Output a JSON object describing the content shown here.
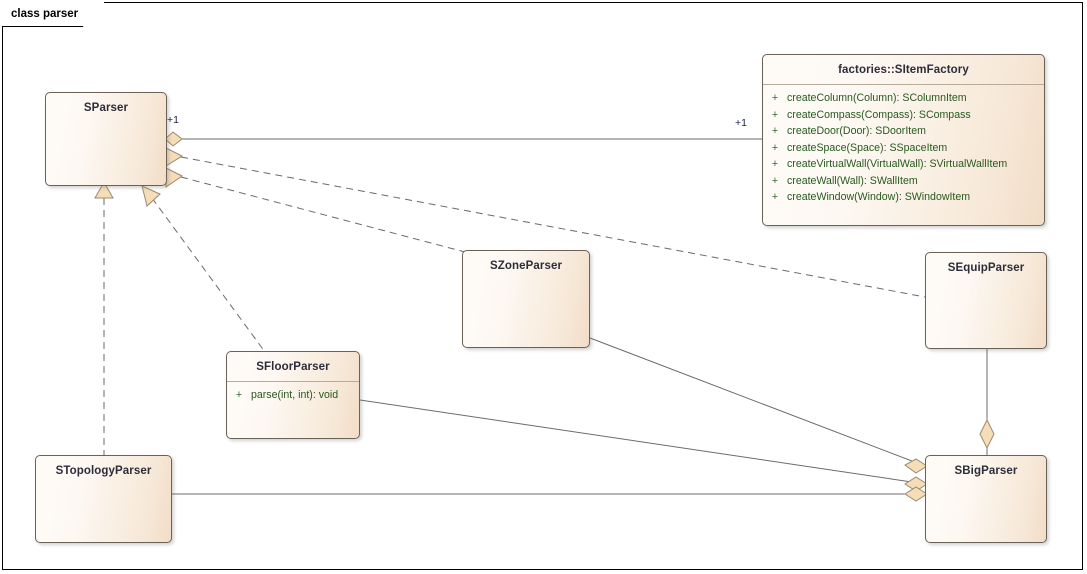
{
  "diagram": {
    "frame_label": "class parser",
    "title": "class parser"
  },
  "colors": {
    "box_fill_light": "#fefbf7",
    "box_fill_dark": "#f2ddc7",
    "box_border": "#6b6257",
    "line": "#6b6b6b",
    "ornament_fill": "#f5ddb8",
    "ornament_border": "#9a8a72",
    "operation_text": "#27591f",
    "class_name_text": "#2d2d3a",
    "frame_border": "#000000"
  },
  "classes": [
    {
      "id": "sparser",
      "name": "SParser",
      "operations": []
    },
    {
      "id": "sitemfactory",
      "name": "factories::SItemFactory",
      "operations": [
        {
          "visibility": "+",
          "signature": "createColumn(Column): SColumnItem"
        },
        {
          "visibility": "+",
          "signature": "createCompass(Compass): SCompass"
        },
        {
          "visibility": "+",
          "signature": "createDoor(Door): SDoorItem"
        },
        {
          "visibility": "+",
          "signature": "createSpace(Space): SSpaceItem"
        },
        {
          "visibility": "+",
          "signature": "createVirtualWall(VirtualWall): SVirtualWallItem"
        },
        {
          "visibility": "+",
          "signature": "createWall(Wall): SWallItem"
        },
        {
          "visibility": "+",
          "signature": "createWindow(Window): SWindowItem"
        }
      ]
    },
    {
      "id": "szoneparser",
      "name": "SZoneParser",
      "operations": []
    },
    {
      "id": "sequipparser",
      "name": "SEquipParser",
      "operations": []
    },
    {
      "id": "sfloorparser",
      "name": "SFloorParser",
      "operations": [
        {
          "visibility": "+",
          "signature": "parse(int, int): void"
        }
      ]
    },
    {
      "id": "stopologyparser",
      "name": "STopologyParser",
      "operations": []
    },
    {
      "id": "sbigparser",
      "name": "SBigParser",
      "operations": []
    }
  ],
  "edge_labels": [
    {
      "id": "mult-source",
      "text": "+1"
    },
    {
      "id": "mult-target",
      "text": "+1"
    }
  ],
  "relationships": [
    {
      "from": "sparser",
      "to": "sitemfactory",
      "type": "aggregation",
      "source_multiplicity": "+1",
      "target_multiplicity": "+1"
    },
    {
      "from": "sequipparser",
      "to": "sparser",
      "type": "realization"
    },
    {
      "from": "szoneparser",
      "to": "sparser",
      "type": "realization"
    },
    {
      "from": "stopologyparser",
      "to": "sparser",
      "type": "realization"
    },
    {
      "from": "sfloorparser",
      "to": "sparser",
      "type": "realization"
    },
    {
      "from": "szoneparser",
      "to": "sbigparser",
      "type": "aggregation"
    },
    {
      "from": "sfloorparser",
      "to": "sbigparser",
      "type": "aggregation"
    },
    {
      "from": "stopologyparser",
      "to": "sbigparser",
      "type": "aggregation"
    },
    {
      "from": "sequipparser",
      "to": "sbigparser",
      "type": "aggregation"
    }
  ]
}
